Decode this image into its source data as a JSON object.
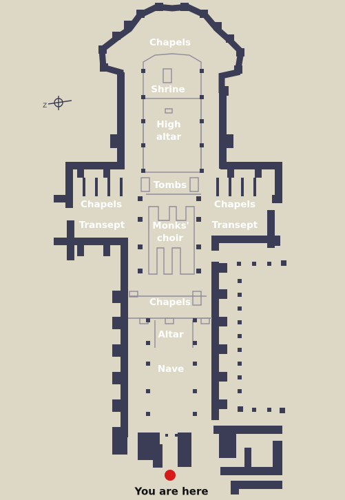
{
  "compass": {
    "letter": "Z"
  },
  "labels": {
    "chapels_east": "Chapels",
    "shrine": "Shrine",
    "high_altar_1": "High",
    "high_altar_2": "altar",
    "tombs": "Tombs",
    "chapels_north": "Chapels",
    "chapels_south": "Chapels",
    "transept_north": "Transept",
    "transept_south": "Transept",
    "monks_choir_1": "Monks'",
    "monks_choir_2": "choir",
    "chapels_west": "Chapels",
    "altar": "Altar",
    "nave": "Nave",
    "you_are_here": "You are here"
  },
  "colors": {
    "background": "#dcd8c5",
    "wall": "#3a3d55",
    "thin_line": "#8e8a9c",
    "label": "#ffffff",
    "marker": "#d61a1a",
    "here_text": "#111111"
  }
}
